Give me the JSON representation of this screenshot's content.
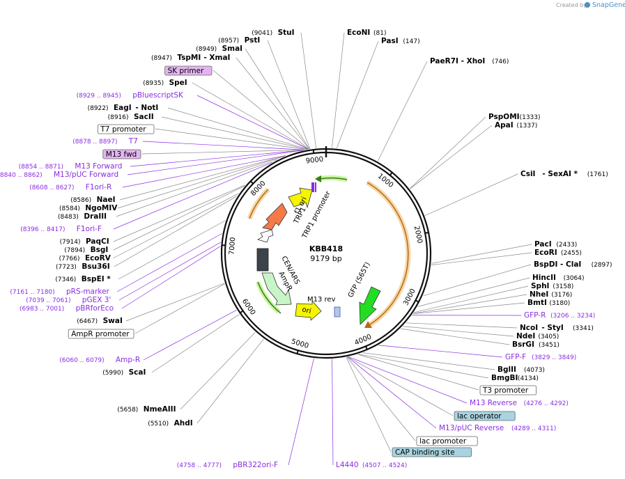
{
  "plasmid": {
    "name": "KBB418",
    "size": "9179 bp",
    "length": 9179
  },
  "credit": {
    "prefix": "Created by",
    "brand": "SnapGene"
  },
  "ticks": [
    "1000",
    "2000",
    "3000",
    "4000",
    "5000",
    "6000",
    "7000",
    "8000",
    "9000"
  ],
  "sites_left": [
    {
      "pos": "(9041)",
      "name": "StuI"
    },
    {
      "pos": "(8957)",
      "name": "PstI"
    },
    {
      "pos": "(8949)",
      "name": "SmaI"
    },
    {
      "pos": "(8947)",
      "name": "TspMI",
      "extra": "- XmaI"
    },
    {
      "box": "SK primer",
      "kind": "primer"
    },
    {
      "pos": "(8935)",
      "name": "SpeI"
    },
    {
      "range": "(8929 .. 8945)",
      "feature": "pBluescriptSK"
    },
    {
      "pos": "(8922)",
      "name": "EagI",
      "extra": "- NotI"
    },
    {
      "pos": "(8916)",
      "name": "SacII"
    },
    {
      "box": "T7 promoter",
      "kind": "promoter"
    },
    {
      "range": "(8878 .. 8897)",
      "feature": "T7"
    },
    {
      "box": "M13 fwd",
      "kind": "primer"
    },
    {
      "range": "(8854 .. 8871)",
      "feature": "M13 Forward"
    },
    {
      "range": "(8840 .. 8862)",
      "feature": "M13/pUC Forward"
    },
    {
      "range": "(8608 .. 8627)",
      "feature": "F1ori-R"
    },
    {
      "pos": "(8586)",
      "name": "NaeI"
    },
    {
      "pos": "(8584)",
      "name": "NgoMIV"
    },
    {
      "pos": "(8483)",
      "name": "DraIII"
    },
    {
      "range": "(8396 .. 8417)",
      "feature": "F1ori-F"
    },
    {
      "pos": "(7914)",
      "name": "PaqCI"
    },
    {
      "pos": "(7894)",
      "name": "BsgI"
    },
    {
      "pos": "(7766)",
      "name": "EcoRV"
    },
    {
      "pos": "(7723)",
      "name": "Bsu36I"
    },
    {
      "pos": "(7346)",
      "name": "BspEI *"
    },
    {
      "range": "(7161 .. 7180)",
      "feature": "pRS-marker"
    },
    {
      "range": "(7039 .. 7061)",
      "feature": "pGEX 3'"
    },
    {
      "range": "(6983 .. 7001)",
      "feature": "pBRforEco"
    },
    {
      "pos": "(6467)",
      "name": "SwaI"
    },
    {
      "box": "AmpR promoter",
      "kind": "promoter"
    },
    {
      "range": "(6060 .. 6079)",
      "feature": "Amp-R"
    },
    {
      "pos": "(5990)",
      "name": "ScaI"
    },
    {
      "pos": "(5658)",
      "name": "NmeAIII"
    },
    {
      "pos": "(5510)",
      "name": "AhdI"
    },
    {
      "range": "(4758 .. 4777)",
      "feature": "pBR322ori-F"
    }
  ],
  "sites_right": [
    {
      "pos": "(81)",
      "name": "EcoNI"
    },
    {
      "pos": "(147)",
      "name": "PasI"
    },
    {
      "pos": "(746)",
      "name": "PaeR7I",
      "extra": "- XhoI"
    },
    {
      "pos": "(1333)",
      "name": "PspOMI"
    },
    {
      "pos": "(1337)",
      "name": "ApaI"
    },
    {
      "pos": "(1761)",
      "name": "CsiI",
      "extra": "- SexAI *"
    },
    {
      "pos": "(2433)",
      "name": "PacI"
    },
    {
      "pos": "(2455)",
      "name": "EcoRI"
    },
    {
      "pos": "(2897)",
      "name": "BspDI",
      "extra": "- ClaI"
    },
    {
      "pos": "(3064)",
      "name": "HincII"
    },
    {
      "pos": "(3158)",
      "name": "SphI"
    },
    {
      "pos": "(3176)",
      "name": "NheI"
    },
    {
      "pos": "(3180)",
      "name": "BmtI"
    },
    {
      "feature": "GFP-R",
      "range": "(3206 .. 3234)"
    },
    {
      "pos": "(3341)",
      "name": "NcoI",
      "extra": "- StyI"
    },
    {
      "pos": "(3405)",
      "name": "NdeI"
    },
    {
      "pos": "(3451)",
      "name": "BsrGI"
    },
    {
      "feature": "GFP-F",
      "range": "(3829 .. 3849)"
    },
    {
      "pos": "(4073)",
      "name": "BglII"
    },
    {
      "pos": "(4134)",
      "name": "BmgBI"
    },
    {
      "box": "T3 promoter",
      "kind": "promoter"
    },
    {
      "feature": "M13 Reverse",
      "range": "(4276 .. 4292)"
    },
    {
      "box": "lac operator",
      "kind": "operator"
    },
    {
      "feature": "M13/pUC Reverse",
      "range": "(4289 .. 4311)"
    },
    {
      "box": "lac promoter",
      "kind": "promoter"
    },
    {
      "box": "CAP binding site",
      "kind": "operator"
    },
    {
      "feature": "L4440",
      "range": "(4507 .. 4524)"
    }
  ],
  "features": {
    "trp1": "TRP1",
    "trp1_promoter": "TRP1 promoter",
    "f1_ori": "f1 ori",
    "cen_ars": "CEN/ARS",
    "ampr": "AmpR",
    "ori": "ori",
    "m13_rev": "M13 rev",
    "gfp": "GFP (S65T)"
  },
  "colors": {
    "primer_box": "#e3b5f0",
    "operator_box": "#a9d3e0",
    "feature_purple": "#8a2be2",
    "gfp": "#22dd22",
    "ampr": "#c8f5c8",
    "ori": "#f5f500",
    "trp1": "#f47a4a",
    "cen_ars": "#3b434b",
    "orange_arc": "#e8a030"
  }
}
